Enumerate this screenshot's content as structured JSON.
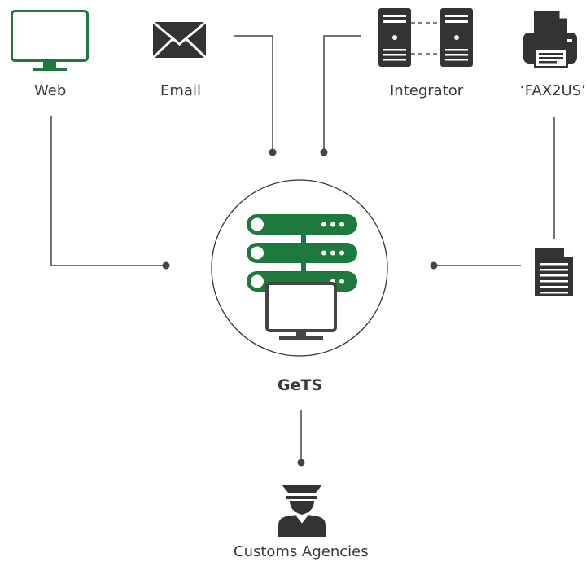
{
  "sources": {
    "web": {
      "label": "Web",
      "icon": "monitor-icon"
    },
    "email": {
      "label": "Email",
      "icon": "envelope-icon"
    },
    "integrator": {
      "label": "Integrator",
      "icon": "server-pair-icon"
    },
    "fax": {
      "label": "‘FAX2US’",
      "icon": "fax-machine-icon"
    }
  },
  "hub": {
    "label": "GeTS",
    "icon": "server-rack-monitor-icon"
  },
  "destination": {
    "label": "Customs Agencies",
    "icon": "customs-officer-icon"
  },
  "intermediate": {
    "icon": "document-icon"
  },
  "colors": {
    "brand_green": "#1e7a3c",
    "icon_dark": "#333333",
    "line": "#444444",
    "text": "#3a3a3a"
  }
}
